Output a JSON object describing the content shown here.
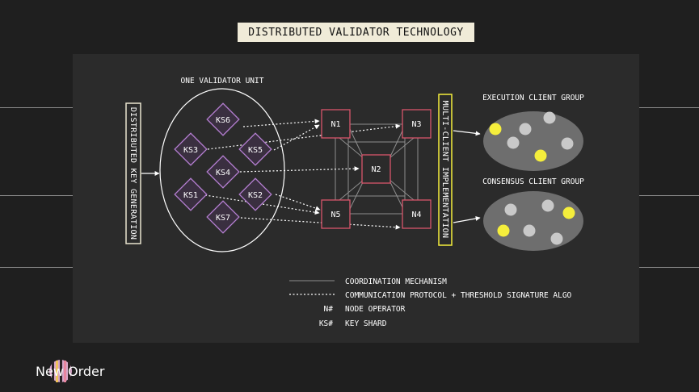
{
  "title": "DISTRIBUTED VALIDATOR TECHNOLOGY",
  "diagram": {
    "dkg_label": "DISTRIBUTED KEY GENERATION",
    "validator_unit_label": "ONE VALIDATOR UNIT",
    "key_shards": [
      "KS6",
      "KS3",
      "KS5",
      "KS4",
      "KS1",
      "KS2",
      "KS7"
    ],
    "nodes": [
      "N1",
      "N3",
      "N2",
      "N5",
      "N4"
    ],
    "multi_client_label": "MULTI-CLIENT IMPLEMENTATION",
    "execution_group_label": "EXECUTION CLIENT GROUP",
    "consensus_group_label": "CONSENSUS CLIENT GROUP"
  },
  "legend": {
    "coordination": "COORDINATION MECHANISM",
    "communication": "COMMUNICATION PROTOCOL + THRESHOLD SIGNATURE ALGO",
    "node_key": "N#",
    "node_desc": "NODE OPERATOR",
    "shard_key": "KS#",
    "shard_desc": "KEY SHARD"
  },
  "colors": {
    "accent_yellow": "#f5ee3c",
    "shard_purple": "#b47ed0",
    "node_red": "#d8546b",
    "dkg_box": "#e9e4cf",
    "client_gray": "#c9c9c9"
  },
  "brand": {
    "name": "New Order"
  }
}
